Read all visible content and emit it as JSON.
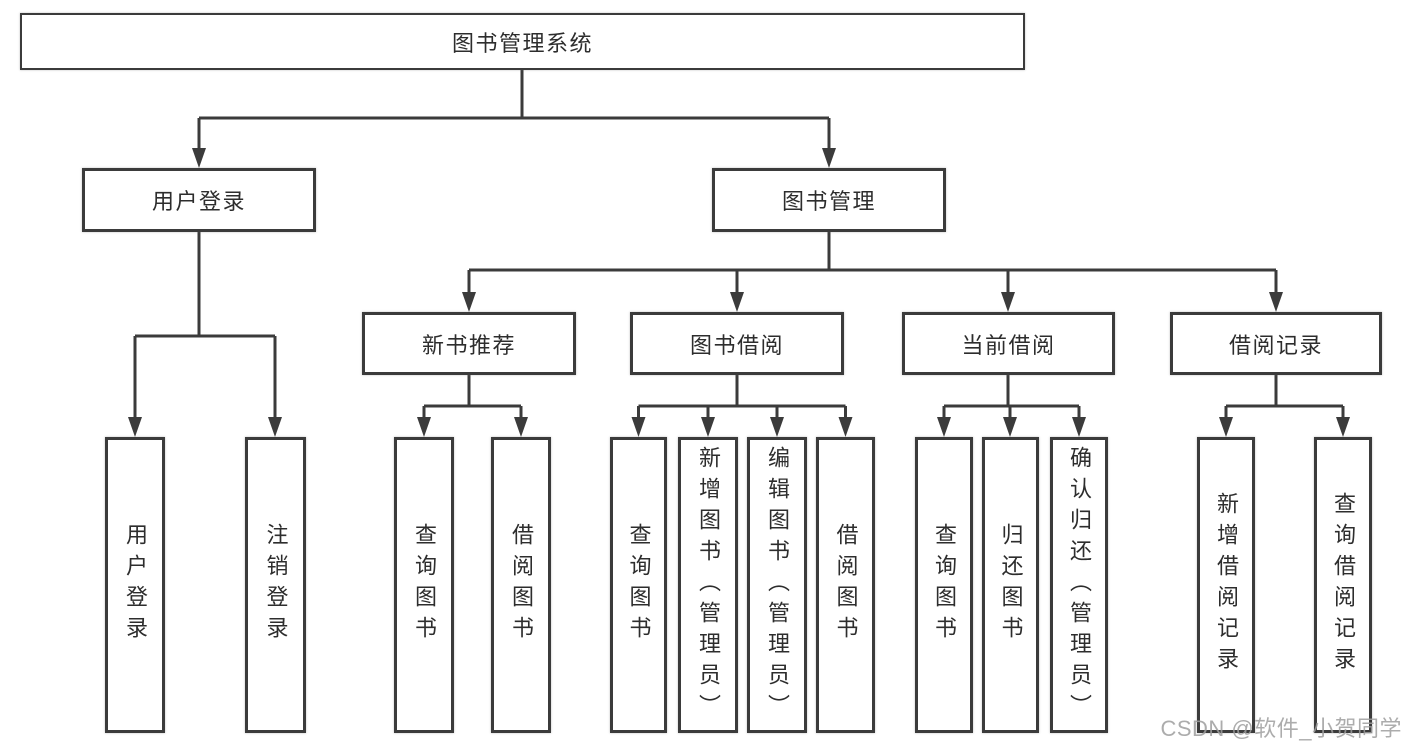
{
  "diagram": {
    "root": {
      "label": "图书管理系统"
    },
    "level2": [
      {
        "label": "用户登录"
      },
      {
        "label": "图书管理"
      }
    ],
    "level3": [
      {
        "label": "新书推荐"
      },
      {
        "label": "图书借阅"
      },
      {
        "label": "当前借阅"
      },
      {
        "label": "借阅记录"
      }
    ],
    "leaves": {
      "user_login": [
        "用户登录",
        "注销登录"
      ],
      "new_book_recommend": [
        "查询图书",
        "借阅图书"
      ],
      "book_borrow": [
        "查询图书",
        "新增图书（管理员）",
        "编辑图书（管理员）",
        "借阅图书"
      ],
      "current_borrow": [
        "查询图书",
        "归还图书",
        "确认归还（管理员）"
      ],
      "borrow_record": [
        "新增借阅记录",
        "查询借阅记录"
      ]
    }
  },
  "colors": {
    "line": "#3b3b3b",
    "box_border": "#3b3b3b",
    "text": "#2d2d2d",
    "watermark": "#9e9e9e",
    "background": "#ffffff"
  },
  "watermark": {
    "text": "CSDN @软件_小贺同学"
  }
}
